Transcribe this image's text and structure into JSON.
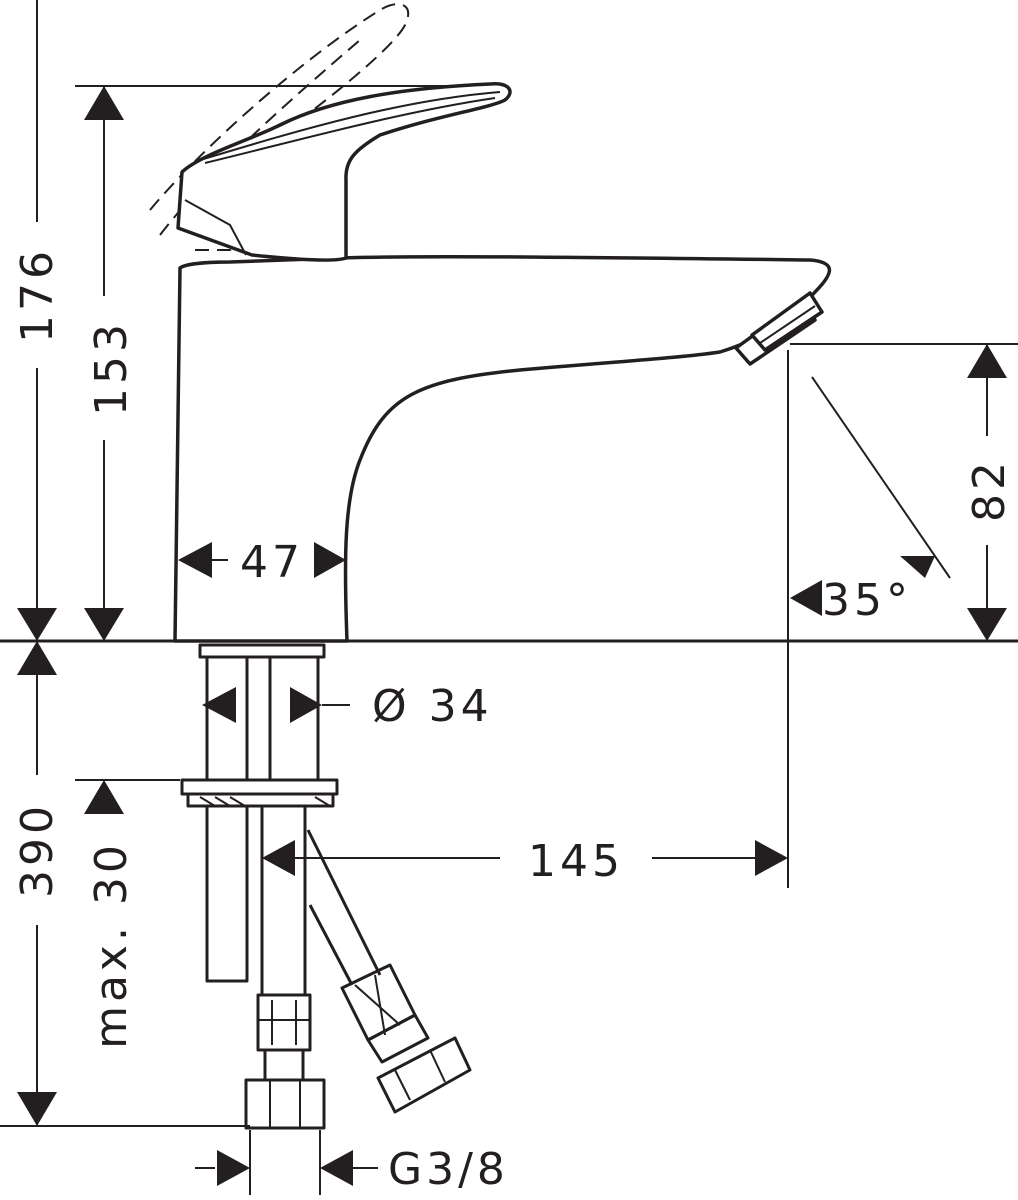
{
  "dimensions": {
    "total_height": "176",
    "body_height": "153",
    "spout_height": "82",
    "body_width": "47",
    "angle": "35°",
    "shank_diameter": "Ø 34",
    "reach": "145",
    "hose_length": "390",
    "max_thickness": "max. 30",
    "thread": "G3/8"
  }
}
